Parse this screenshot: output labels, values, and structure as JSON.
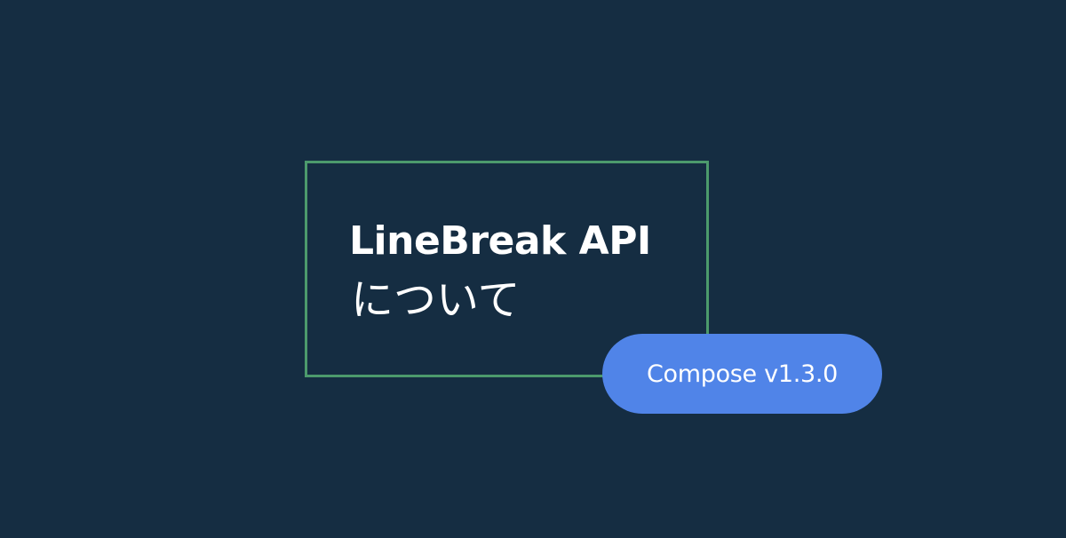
{
  "title": "LineBreak API",
  "subtitle": "について",
  "badge": {
    "label": "Compose v1.3.0",
    "color": "#5084e8"
  },
  "colors": {
    "background": "#152d42",
    "frame": "#4c9a6c",
    "text": "#ffffff"
  }
}
